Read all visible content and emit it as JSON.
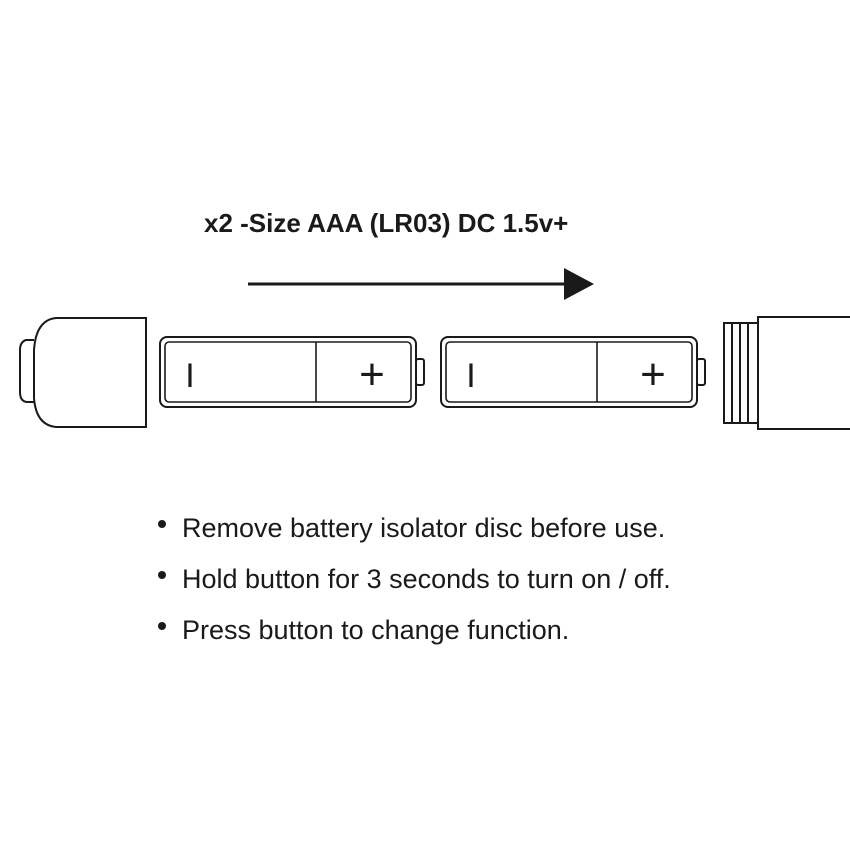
{
  "title": "x2 -Size AAA (LR03) DC 1.5v+",
  "batteries": [
    {
      "minus_symbol": "I",
      "plus_symbol": "+"
    },
    {
      "minus_symbol": "I",
      "plus_symbol": "+"
    }
  ],
  "instructions": [
    "Remove battery isolator disc before use.",
    "Hold button for 3 seconds to turn on / off.",
    "Press button to change function."
  ],
  "colors": {
    "stroke": "#1a1a1a",
    "background": "#ffffff"
  }
}
